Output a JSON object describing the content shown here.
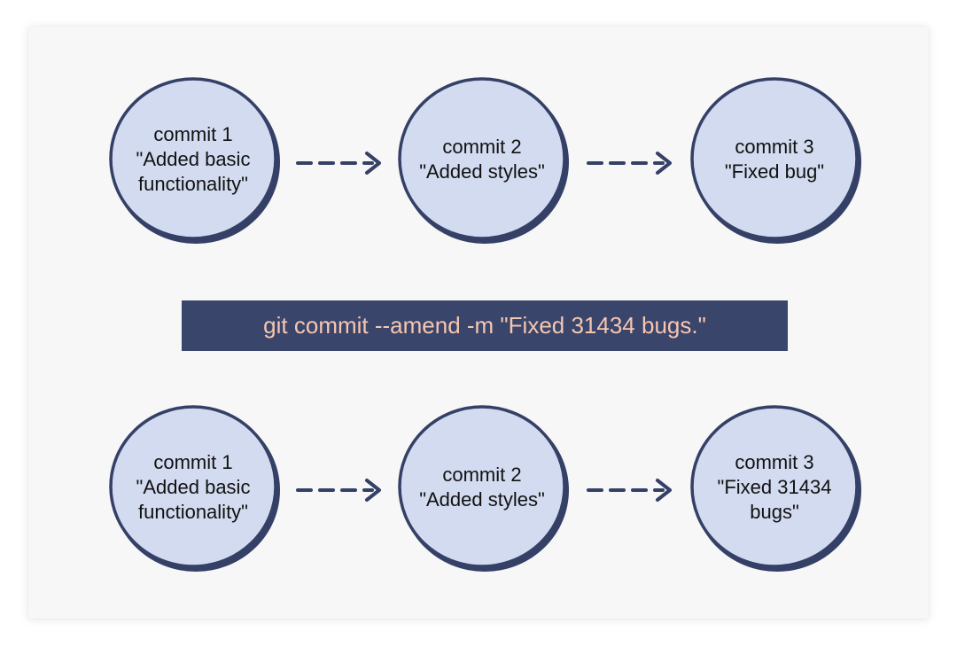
{
  "colors": {
    "node_fill": "#d2dbf0",
    "node_stroke": "#354067",
    "arrow": "#354067",
    "command_bg": "#39456b",
    "command_text": "#f6c6b1"
  },
  "before": {
    "commits": [
      {
        "name": "commit 1",
        "lines": [
          "\"Added basic",
          "functionality\""
        ]
      },
      {
        "name": "commit 2",
        "lines": [
          "\"Added styles\""
        ]
      },
      {
        "name": "commit 3",
        "lines": [
          "\"Fixed bug\""
        ]
      }
    ]
  },
  "command": "git commit --amend -m \"Fixed 31434 bugs.\"",
  "after": {
    "commits": [
      {
        "name": "commit 1",
        "lines": [
          "\"Added basic",
          "functionality\""
        ]
      },
      {
        "name": "commit 2",
        "lines": [
          "\"Added styles\""
        ]
      },
      {
        "name": "commit 3",
        "lines": [
          "\"Fixed 31434",
          "bugs\""
        ]
      }
    ]
  }
}
